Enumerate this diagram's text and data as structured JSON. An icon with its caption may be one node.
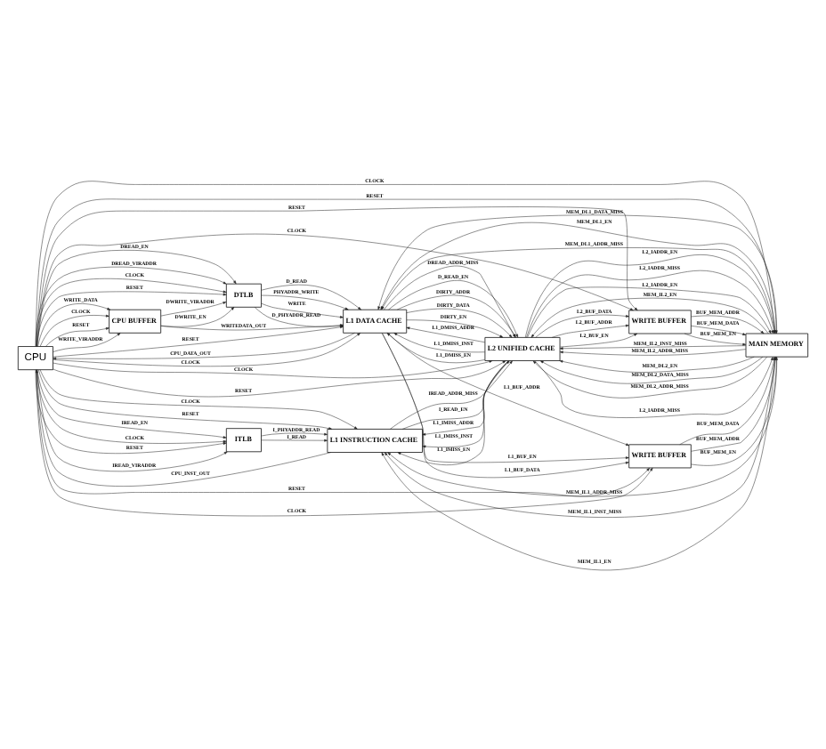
{
  "diagram": {
    "nodes": [
      {
        "text": [
          "L1 INSTRUCTION CACHE"
        ]
      },
      {
        "text": [
          "WRITE BUFFER"
        ]
      },
      {
        "text": [
          "ITLB"
        ]
      },
      {
        "text": [
          "CPU"
        ]
      },
      {
        "text": [
          "L2 UNIFIED CACHE"
        ]
      },
      {
        "text": [
          "MAIN MEMORY"
        ]
      },
      {
        "text": [
          "DTLB"
        ]
      },
      {
        "text": [
          "L1 DATA CACHE"
        ]
      },
      {
        "text": [
          "CPU BUFFER"
        ]
      },
      {
        "text": [
          "WRITE BUFFER"
        ]
      }
    ],
    "edges": [
      {
        "from": 3,
        "to": 2,
        "arrow": "to",
        "label": "IREAD_VIRADDR"
      },
      {
        "from": 3,
        "to": 2,
        "arrow": "to",
        "label": "IREAD_EN"
      },
      {
        "from": 3,
        "to": 2,
        "arrow": "to",
        "label": "CLOCK"
      },
      {
        "from": 3,
        "to": 2,
        "arrow": "to",
        "label": "RESET"
      },
      {
        "from": 2,
        "to": 0,
        "arrow": "to",
        "label": "I_PHYADDR_READ"
      },
      {
        "from": 2,
        "to": 0,
        "arrow": "to",
        "label": "I_READ"
      },
      {
        "from": 0,
        "to": 4,
        "arrow": "to",
        "label": "IREAD_ADDR_MISS"
      },
      {
        "from": 0,
        "to": 4,
        "arrow": "to",
        "label": "I_READ_EN"
      },
      {
        "from": 4,
        "to": 1,
        "arrow": "to",
        "label": "L2_BUF_DATA"
      },
      {
        "from": 4,
        "to": 1,
        "arrow": "to",
        "label": "L2_BUF_ADDR"
      },
      {
        "from": 4,
        "to": 1,
        "arrow": "to",
        "label": "L2_BUF_EN"
      },
      {
        "from": 1,
        "to": 5,
        "arrow": "to",
        "label": "BUF_MEM_EN"
      },
      {
        "from": 1,
        "to": 5,
        "arrow": "to",
        "label": "BUF_MEM_ADDR"
      },
      {
        "from": 1,
        "to": 5,
        "arrow": "to",
        "label": "BUF_MEM_DATA"
      },
      {
        "from": 5,
        "to": 0,
        "arrow": "to",
        "label": "MEM_IL1_ADDR_MISS"
      },
      {
        "from": 5,
        "to": 0,
        "arrow": "to",
        "label": "MEM_IL1_INST_MISS"
      },
      {
        "from": 5,
        "to": 0,
        "arrow": "to",
        "label": "MEM_IL1_EN"
      },
      {
        "from": 3,
        "to": 1,
        "arrow": "to",
        "label": "RESET"
      },
      {
        "from": 3,
        "to": 1,
        "arrow": "to",
        "label": "CLOCK"
      },
      {
        "from": 3,
        "to": 0,
        "arrow": "to",
        "label": "CLOCK"
      },
      {
        "from": 3,
        "to": 0,
        "arrow": "to",
        "label": "RESET"
      },
      {
        "from": 4,
        "to": 0,
        "arrow": "to",
        "label": "L1_IMISS_ADDR"
      },
      {
        "from": 4,
        "to": 0,
        "arrow": "to",
        "label": "L1_IMISS_INST"
      },
      {
        "from": 4,
        "to": 0,
        "arrow": "to",
        "label": "L1_IMISS_EN"
      },
      {
        "from": 3,
        "to": 4,
        "arrow": "to",
        "label": "CLOCK"
      },
      {
        "from": 3,
        "to": 4,
        "arrow": "to",
        "label": "RESET"
      },
      {
        "from": 3,
        "to": 5,
        "arrow": "to",
        "label": "CLOCK"
      },
      {
        "from": 3,
        "to": 5,
        "arrow": "to",
        "label": "RESET"
      },
      {
        "from": 4,
        "to": 5,
        "arrow": "to",
        "label": "L2_IADDR_MISS"
      },
      {
        "from": 4,
        "to": 5,
        "arrow": "to",
        "label": "L2_IADDR_EN"
      },
      {
        "from": 4,
        "to": 5,
        "arrow": "to",
        "label": "L2_IADDR_MISS"
      },
      {
        "from": 4,
        "to": 5,
        "arrow": "to",
        "label": "L2_IADDR_EN"
      },
      {
        "from": 0,
        "to": 3,
        "arrow": "to",
        "label": "CPU_INST_OUT"
      },
      {
        "from": 7,
        "to": 3,
        "arrow": "to",
        "label": "CPU_DATA_OUT"
      },
      {
        "from": 3,
        "to": 6,
        "arrow": "to",
        "label": "DREAD_EN"
      },
      {
        "from": 3,
        "to": 6,
        "arrow": "to",
        "label": "DREAD_VIRADDR"
      },
      {
        "from": 3,
        "to": 6,
        "arrow": "to",
        "label": "CLOCK"
      },
      {
        "from": 3,
        "to": 6,
        "arrow": "to",
        "label": "RESET"
      },
      {
        "from": 8,
        "to": 6,
        "arrow": "to",
        "label": "DWRITE_VIRADDR"
      },
      {
        "from": 8,
        "to": 6,
        "arrow": "to",
        "label": "DWRITE_EN"
      },
      {
        "from": 6,
        "to": 7,
        "arrow": "to",
        "label": "D_PHYADDR_READ"
      },
      {
        "from": 6,
        "to": 7,
        "arrow": "to",
        "label": "D_READ"
      },
      {
        "from": 6,
        "to": 7,
        "arrow": "to",
        "label": "PHYADDR_WRITE"
      },
      {
        "from": 6,
        "to": 7,
        "arrow": "to",
        "label": "WRITE"
      },
      {
        "from": 3,
        "to": 7,
        "arrow": "to",
        "label": "CLOCK"
      },
      {
        "from": 3,
        "to": 7,
        "arrow": "to",
        "label": "RESET"
      },
      {
        "from": 8,
        "to": 7,
        "arrow": "to",
        "label": "WRITEDATA_OUT"
      },
      {
        "from": 4,
        "to": 7,
        "arrow": "to",
        "label": "L1_DMISS_ADDR"
      },
      {
        "from": 4,
        "to": 7,
        "arrow": "to",
        "label": "L1_DMISS_INST"
      },
      {
        "from": 4,
        "to": 7,
        "arrow": "to",
        "label": "L1_DMISS_EN"
      },
      {
        "from": 7,
        "to": 4,
        "arrow": "to",
        "label": "DREAD_ADDR_MISS"
      },
      {
        "from": 7,
        "to": 4,
        "arrow": "to",
        "label": "D_READ_EN"
      },
      {
        "from": 7,
        "to": 4,
        "arrow": "to",
        "label": "DIRTY_ADDR"
      },
      {
        "from": 7,
        "to": 4,
        "arrow": "to",
        "label": "DIRTY_DATA"
      },
      {
        "from": 7,
        "to": 4,
        "arrow": "to",
        "label": "DIRTY_EN"
      },
      {
        "from": 5,
        "to": 4,
        "arrow": "to",
        "label": "MEM_DL2_EN"
      },
      {
        "from": 5,
        "to": 4,
        "arrow": "to",
        "label": "MEM_DL2_DATA_MISS"
      },
      {
        "from": 5,
        "to": 4,
        "arrow": "to",
        "label": "MEM_DL2_ADDR_MISS"
      },
      {
        "from": 5,
        "to": 4,
        "arrow": "to",
        "label": "MEM_IL2_EN"
      },
      {
        "from": 5,
        "to": 4,
        "arrow": "to",
        "label": "MEM_IL2_INST_MISS"
      },
      {
        "from": 5,
        "to": 4,
        "arrow": "to",
        "label": "MEM_IL2_ADDR_MISS"
      },
      {
        "from": 3,
        "to": 8,
        "arrow": "to",
        "label": "CLOCK"
      },
      {
        "from": 3,
        "to": 8,
        "arrow": "to",
        "label": "RESET"
      },
      {
        "from": 3,
        "to": 8,
        "arrow": "to",
        "label": "WRITE_VIRADDR"
      },
      {
        "from": 3,
        "to": 8,
        "arrow": "to",
        "label": "WRITE_DATA"
      },
      {
        "from": 7,
        "to": 9,
        "arrow": "to",
        "label": "L1_BUF_EN"
      },
      {
        "from": 7,
        "to": 9,
        "arrow": "to",
        "label": "L1_BUF_DATA"
      },
      {
        "from": 7,
        "to": 9,
        "arrow": "to",
        "label": "L1_BUF_ADDR"
      },
      {
        "from": 3,
        "to": 9,
        "arrow": "to",
        "label": "CLOCK"
      },
      {
        "from": 3,
        "to": 9,
        "arrow": "to",
        "label": "RESET"
      },
      {
        "from": 9,
        "to": 5,
        "arrow": "to",
        "label": "BUF_MEM_DATA"
      },
      {
        "from": 9,
        "to": 5,
        "arrow": "to",
        "label": "BUF_MEM_ADDR"
      },
      {
        "from": 9,
        "to": 5,
        "arrow": "to",
        "label": "BUF_MEM_EN"
      },
      {
        "from": 5,
        "to": 7,
        "arrow": "to",
        "label": "MEM_DL1_ADDR_MISS"
      },
      {
        "from": 5,
        "to": 7,
        "arrow": "to",
        "label": "MEM_DL1_DATA_MISS"
      },
      {
        "from": 5,
        "to": 7,
        "arrow": "to",
        "label": "MEM_DL1_EN"
      }
    ]
  }
}
